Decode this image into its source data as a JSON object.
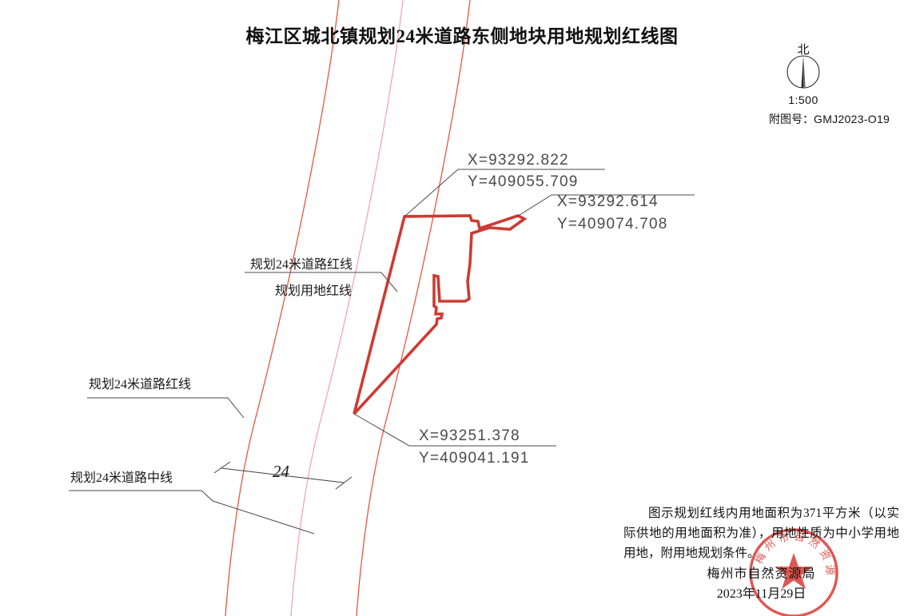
{
  "document": {
    "title": "梅江区城北镇规划24米道路东侧地块用地规划红线图"
  },
  "compass": {
    "north_label": "北",
    "scale": "1:500",
    "figure_no_label": "附图号：",
    "figure_no_code": "GMJ2023-O19"
  },
  "colors": {
    "red_line": "#cc3b33",
    "road_red_line": "#e8563f",
    "road_center_line": "#f0a0a8",
    "leader_line": "#3f3f3f",
    "seal_red": "#d8332a"
  },
  "callouts": [
    {
      "id": "callout-top-left",
      "x": "X=93292.822",
      "y": "Y=409055.709"
    },
    {
      "id": "callout-top-right",
      "x": "X=93292.614",
      "y": "Y=409074.708"
    },
    {
      "id": "callout-bottom",
      "x": "X=93251.378",
      "y": "Y=409041.191"
    }
  ],
  "labels": {
    "road_red_line_upper": "规划24米道路红线",
    "land_red_line": "规划用地红线",
    "road_red_line_lower": "规划24米道路红线",
    "road_center_line": "规划24米道路中线",
    "dimension_24": "24"
  },
  "remark": {
    "text": "图示规划红线内用地面积为371平方米（以实际供地的用地面积为准），用地性质为中小学用地用地，附用地规划条件。"
  },
  "signature": {
    "org": "梅州市自然资源局",
    "date": "2023年11月29日"
  },
  "seal": {
    "org_text": "梅州市自然资源局",
    "shape": "circular-star-seal"
  },
  "chart_data": {
    "type": "map",
    "title": "梅江区城北镇规划24米道路东侧地块用地规划红线图",
    "scale": "1:500",
    "parcel_area_sqm": 371,
    "parcel_vertices": [
      {
        "label": "X=93292.822 / Y=409055.709",
        "px": [
          506,
          271
        ]
      },
      {
        "label": "X=93292.614 / Y=409074.708",
        "px": [
          648,
          270
        ]
      },
      {
        "label": "X=93251.378 / Y=409041.191",
        "px": [
          443,
          518
        ]
      }
    ]
  }
}
